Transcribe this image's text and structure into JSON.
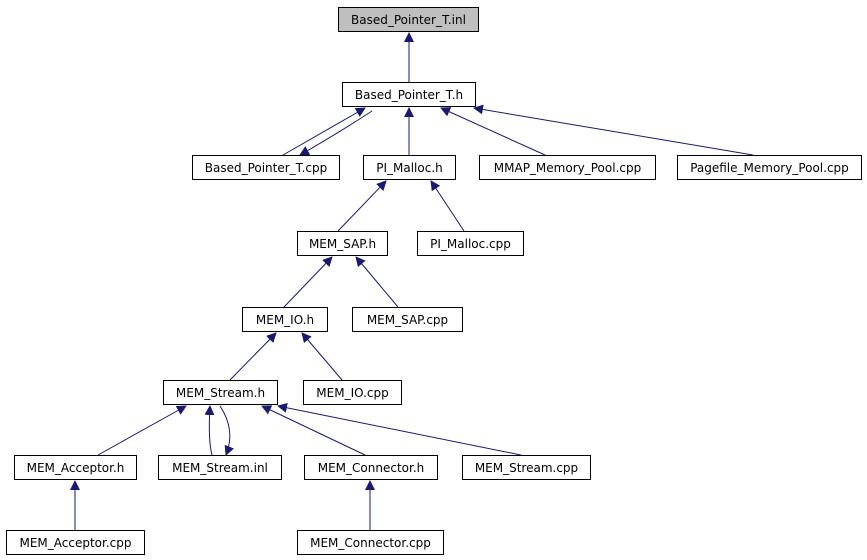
{
  "diagram": {
    "edge_color": "#191970",
    "root_fill": "#bfbfbf",
    "nodes": {
      "based_pointer_t_inl": "Based_Pointer_T.inl",
      "based_pointer_t_h": "Based_Pointer_T.h",
      "based_pointer_t_cpp": "Based_Pointer_T.cpp",
      "pi_malloc_h": "PI_Malloc.h",
      "mmap_memory_pool_cpp": "MMAP_Memory_Pool.cpp",
      "pagefile_memory_pool_cpp": "Pagefile_Memory_Pool.cpp",
      "mem_sap_h": "MEM_SAP.h",
      "pi_malloc_cpp": "PI_Malloc.cpp",
      "mem_io_h": "MEM_IO.h",
      "mem_sap_cpp": "MEM_SAP.cpp",
      "mem_stream_h": "MEM_Stream.h",
      "mem_io_cpp": "MEM_IO.cpp",
      "mem_acceptor_h": "MEM_Acceptor.h",
      "mem_stream_inl": "MEM_Stream.inl",
      "mem_connector_h": "MEM_Connector.h",
      "mem_stream_cpp": "MEM_Stream.cpp",
      "mem_acceptor_cpp": "MEM_Acceptor.cpp",
      "mem_connector_cpp": "MEM_Connector.cpp"
    }
  }
}
